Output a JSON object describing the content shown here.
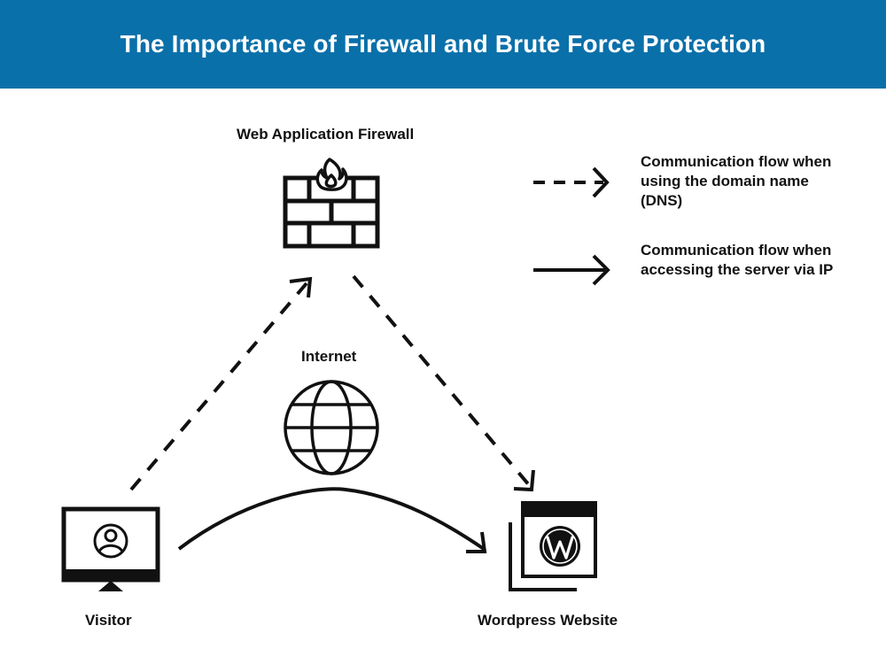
{
  "header": {
    "title": "The Importance of Firewall and Brute Force Protection",
    "background_color": "#0a70aa"
  },
  "nodes": {
    "firewall": {
      "label": "Web Application Firewall",
      "icon": "firewall-brick-wall-icon"
    },
    "internet": {
      "label": "Internet",
      "icon": "globe-icon"
    },
    "visitor": {
      "label": "Visitor",
      "icon": "monitor-user-icon"
    },
    "website": {
      "label": "Wordpress Website",
      "icon": "wordpress-browser-window-icon"
    }
  },
  "legend": {
    "dashed": {
      "text": "Communication flow when using the domain name (DNS)"
    },
    "solid": {
      "text": "Communication flow when accessing the server via IP"
    }
  },
  "flows": [
    {
      "style": "dashed",
      "from": "Visitor",
      "to": "Web Application Firewall"
    },
    {
      "style": "dashed",
      "from": "Web Application Firewall",
      "to": "Wordpress Website"
    },
    {
      "style": "solid",
      "from": "Visitor",
      "to": "Wordpress Website"
    }
  ]
}
